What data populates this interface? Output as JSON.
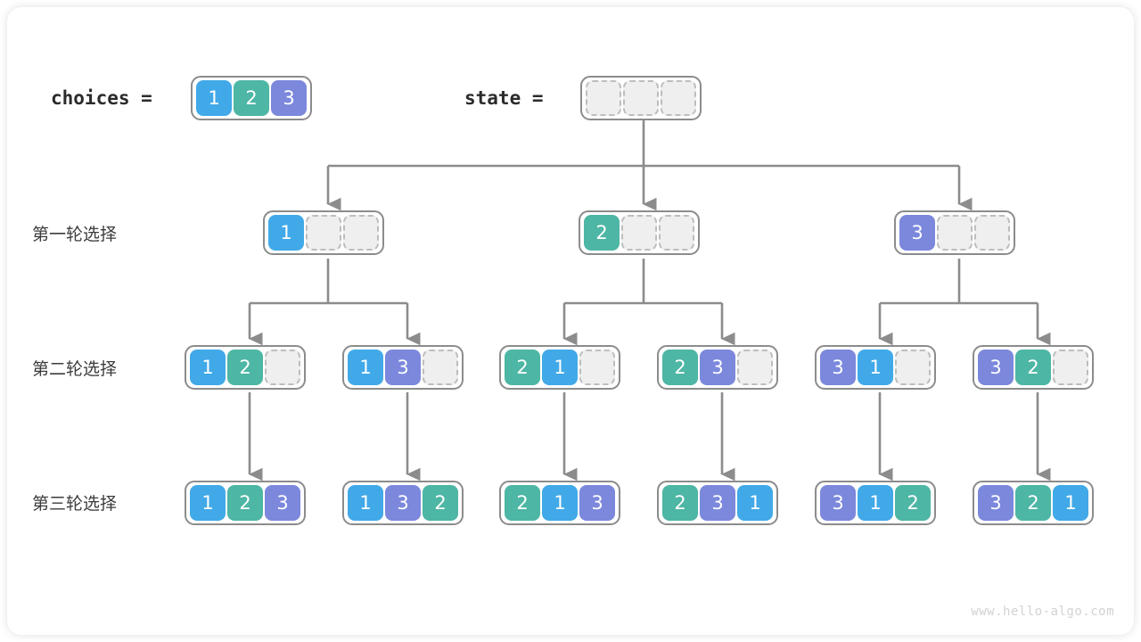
{
  "watermark": "www.hello-algo.com",
  "colors": {
    "value_1": "#41a9e8",
    "value_2": "#4db6a4",
    "value_3": "#7b88dc",
    "empty_fill": "#efefef",
    "empty_border": "#bdbdbd",
    "array_border": "#8c8c8c",
    "wire": "#8c8c8c",
    "text": "#3c3c3c",
    "watermark": "#d2d2d2"
  },
  "header": {
    "choices_label": "choices =",
    "choices_cells": [
      "1",
      "2",
      "3"
    ],
    "state_label": "state =",
    "state_cells": [
      "",
      "",
      ""
    ]
  },
  "rows": [
    {
      "label": "第一轮选择",
      "arrays": [
        {
          "cells": [
            "1",
            "",
            ""
          ]
        },
        {
          "cells": [
            "2",
            "",
            ""
          ]
        },
        {
          "cells": [
            "3",
            "",
            ""
          ]
        }
      ]
    },
    {
      "label": "第二轮选择",
      "arrays": [
        {
          "cells": [
            "1",
            "2",
            ""
          ]
        },
        {
          "cells": [
            "1",
            "3",
            ""
          ]
        },
        {
          "cells": [
            "2",
            "1",
            ""
          ]
        },
        {
          "cells": [
            "2",
            "3",
            ""
          ]
        },
        {
          "cells": [
            "3",
            "1",
            ""
          ]
        },
        {
          "cells": [
            "3",
            "2",
            ""
          ]
        }
      ]
    },
    {
      "label": "第三轮选择",
      "arrays": [
        {
          "cells": [
            "1",
            "2",
            "3"
          ]
        },
        {
          "cells": [
            "1",
            "3",
            "2"
          ]
        },
        {
          "cells": [
            "2",
            "1",
            "3"
          ]
        },
        {
          "cells": [
            "2",
            "3",
            "1"
          ]
        },
        {
          "cells": [
            "3",
            "1",
            "2"
          ]
        },
        {
          "cells": [
            "3",
            "2",
            "1"
          ]
        }
      ]
    }
  ]
}
